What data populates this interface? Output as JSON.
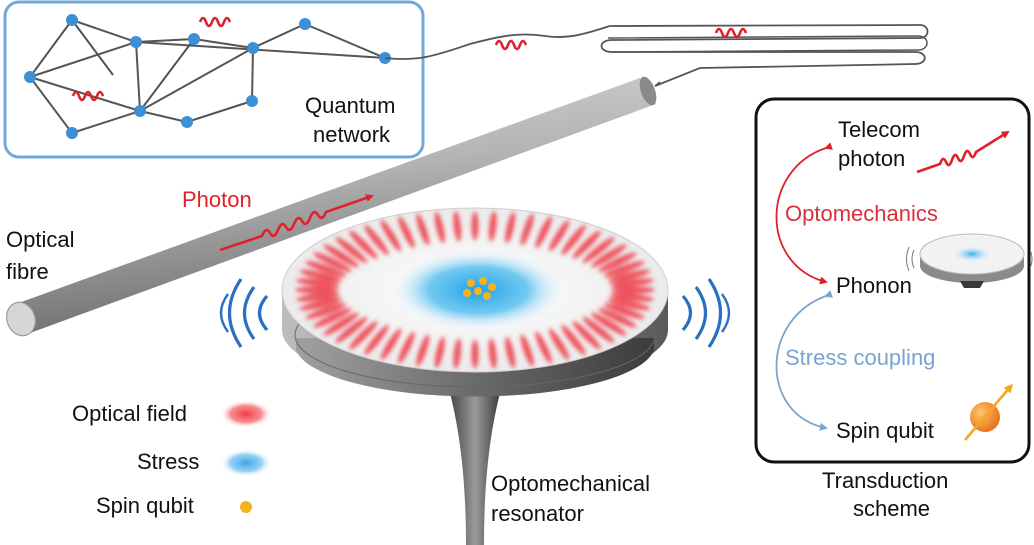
{
  "labels": {
    "quantum_network": [
      "Quantum",
      "network"
    ],
    "photon": "Photon",
    "optical_fibre": [
      "Optical",
      "fibre"
    ],
    "optomechanical_resonator": [
      "Optomechanical",
      "resonator"
    ],
    "legend": {
      "optical_field": "Optical field",
      "stress": "Stress",
      "spin_qubit": "Spin qubit"
    },
    "transduction": {
      "telecom_photon": [
        "Telecom",
        "photon"
      ],
      "optomechanics": "Optomechanics",
      "phonon": "Phonon",
      "stress_coupling": "Stress coupling",
      "spin_qubit": "Spin qubit",
      "caption": [
        "Transduction",
        "scheme"
      ]
    }
  },
  "colors": {
    "network_box": "#6fa8dc",
    "node": "#3d8fd6",
    "photon": "#e0202a",
    "optomechanics_text": "#d9303a",
    "stress_coupling_text": "#7aa3cf",
    "qubit": "#f5b21f",
    "fibre": "#a5a5a5"
  }
}
